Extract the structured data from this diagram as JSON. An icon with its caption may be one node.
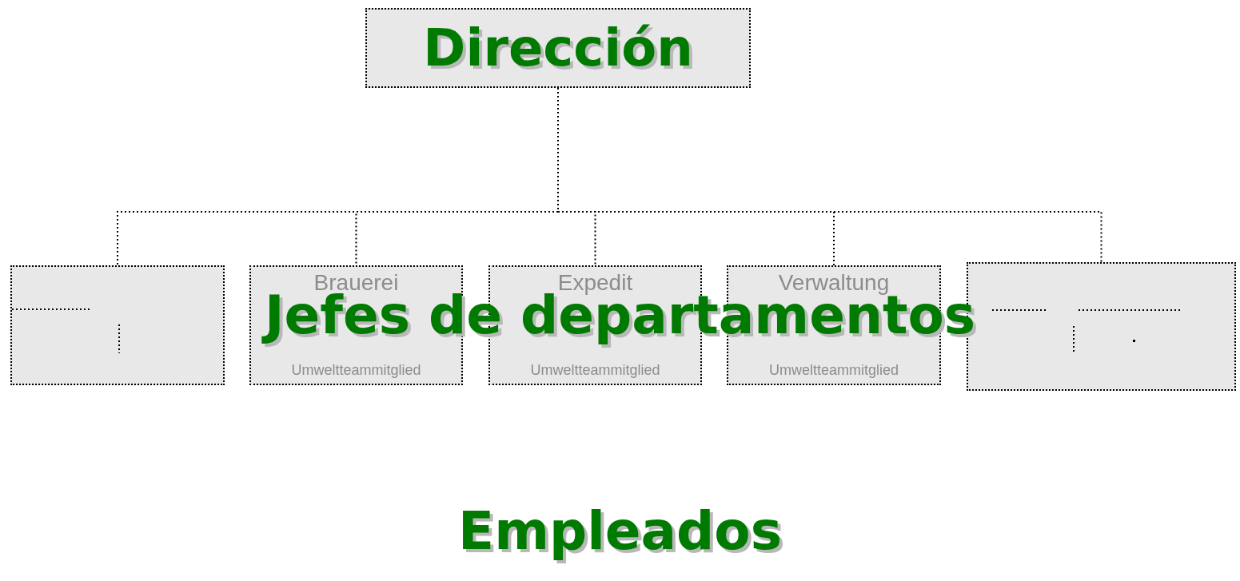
{
  "diagram": {
    "nodes": [
      {
        "text": [
          "Dirección"
        ]
      },
      {
        "text": [],
        "shape": "box"
      },
      {
        "text": [
          "Brauerei",
          "Umweltteammitglied"
        ]
      },
      {
        "text": [
          "Expedit",
          "Umweltteammitglied"
        ]
      },
      {
        "text": [
          "Verwaltung",
          "Umweltteammitglied"
        ]
      },
      {
        "text": [],
        "shape": "box"
      }
    ],
    "edges": [
      {
        "from": 0,
        "to": 1,
        "arrow": "none"
      },
      {
        "from": 0,
        "to": 2,
        "arrow": "none"
      },
      {
        "from": 0,
        "to": 3,
        "arrow": "none"
      },
      {
        "from": 0,
        "to": 4,
        "arrow": "none"
      },
      {
        "from": 0,
        "to": 5,
        "arrow": "none"
      }
    ],
    "labels": [
      "Jefes de departamentos",
      "Empleados"
    ]
  }
}
